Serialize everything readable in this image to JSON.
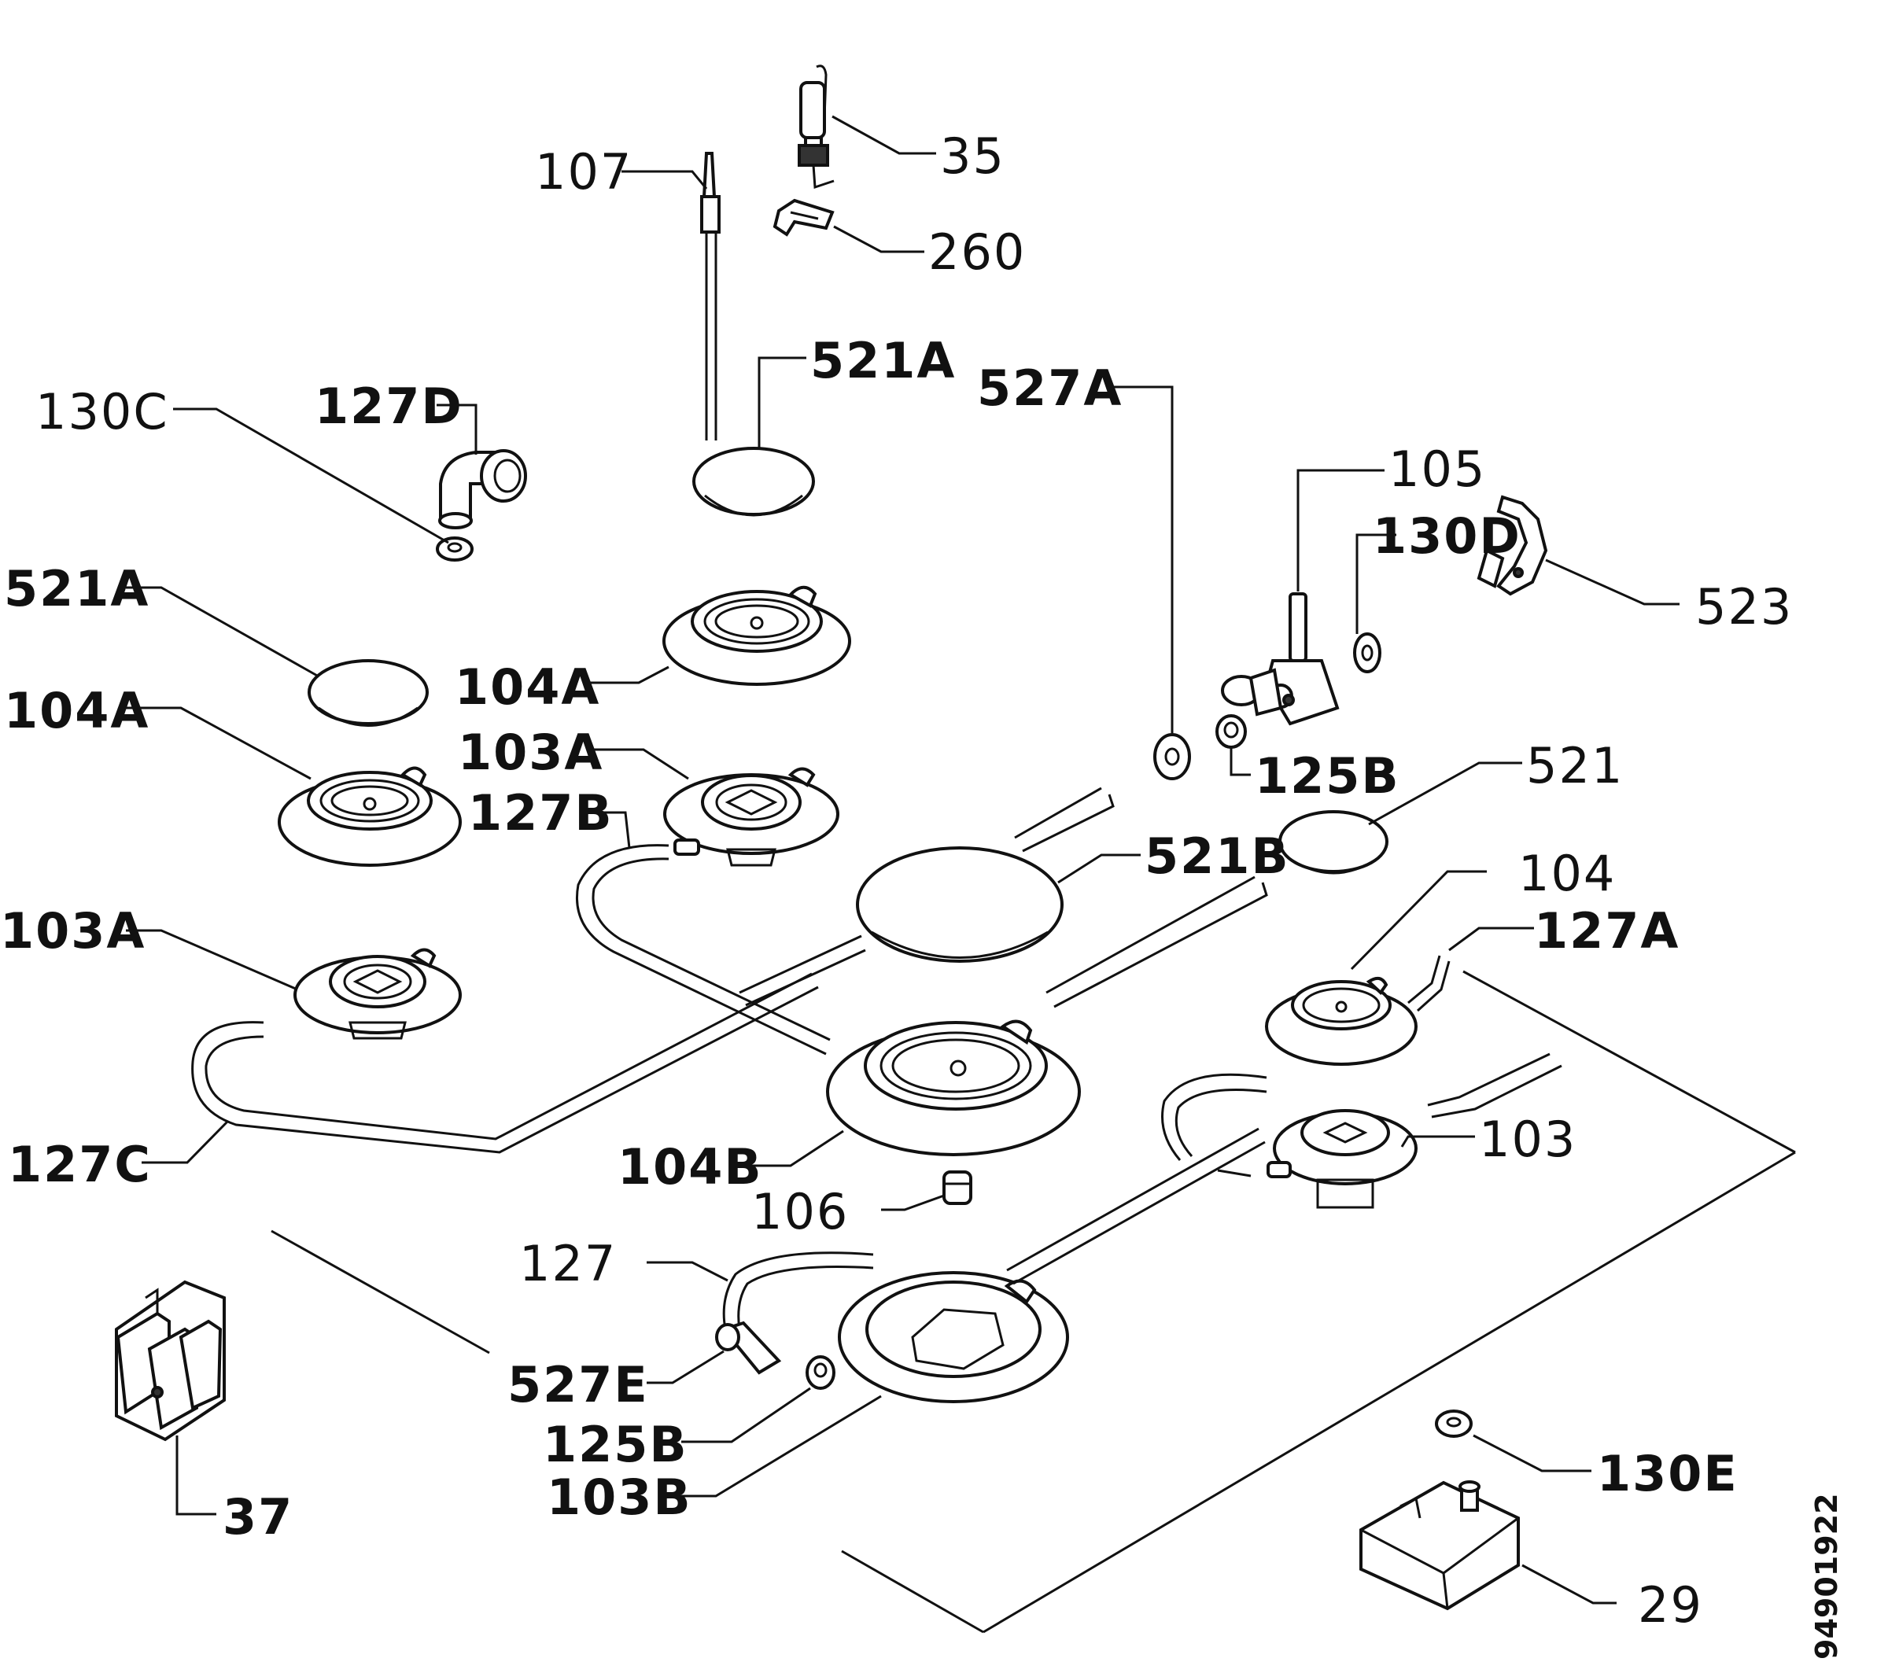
{
  "diagram": {
    "drawing_number": "94901922",
    "labels": {
      "l_35": "35",
      "l_260": "260",
      "l_107": "107",
      "l_521A_top": "521A",
      "l_527A": "527A",
      "l_130C": "130C",
      "l_127D": "127D",
      "l_105": "105",
      "l_130D": "130D",
      "l_523": "523",
      "l_521A_left": "521A",
      "l_104A_mid": "104A",
      "l_104A_left": "104A",
      "l_103A_mid": "103A",
      "l_125B_top": "125B",
      "l_521": "521",
      "l_127B": "127B",
      "l_521B": "521B",
      "l_104": "104",
      "l_127A": "127A",
      "l_103A_left": "103A",
      "l_103": "103",
      "l_127C": "127C",
      "l_104B": "104B",
      "l_106": "106",
      "l_127": "127",
      "l_527E": "527E",
      "l_125B_bottom": "125B",
      "l_103B": "103B",
      "l_130E": "130E",
      "l_37": "37",
      "l_29": "29"
    }
  }
}
